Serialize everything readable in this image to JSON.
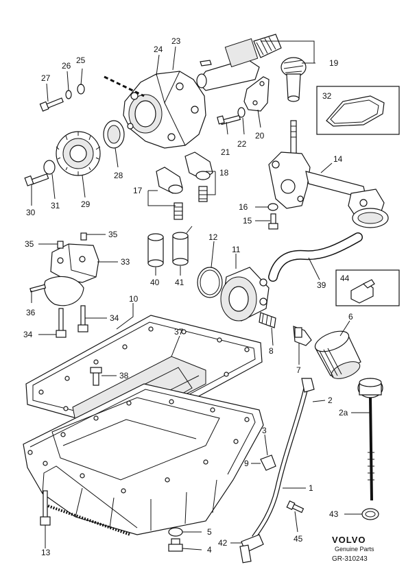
{
  "callouts": [
    {
      "id": "c23",
      "text": "23"
    },
    {
      "id": "c24",
      "text": "24"
    },
    {
      "id": "c19",
      "text": "19"
    },
    {
      "id": "c25",
      "text": "25"
    },
    {
      "id": "c26",
      "text": "26"
    },
    {
      "id": "c27",
      "text": "27"
    },
    {
      "id": "c32",
      "text": "32"
    },
    {
      "id": "c21",
      "text": "21"
    },
    {
      "id": "c22",
      "text": "22"
    },
    {
      "id": "c20",
      "text": "20"
    },
    {
      "id": "c28",
      "text": "28"
    },
    {
      "id": "c14",
      "text": "14"
    },
    {
      "id": "c18",
      "text": "18"
    },
    {
      "id": "c17",
      "text": "17"
    },
    {
      "id": "c30",
      "text": "30"
    },
    {
      "id": "c31",
      "text": "31"
    },
    {
      "id": "c29",
      "text": "29"
    },
    {
      "id": "c16",
      "text": "16"
    },
    {
      "id": "c15",
      "text": "15"
    },
    {
      "id": "c35a",
      "text": "35"
    },
    {
      "id": "c35b",
      "text": "35"
    },
    {
      "id": "c12",
      "text": "12"
    },
    {
      "id": "c11",
      "text": "11"
    },
    {
      "id": "c33",
      "text": "33"
    },
    {
      "id": "c44",
      "text": "44"
    },
    {
      "id": "c40",
      "text": "40"
    },
    {
      "id": "c41",
      "text": "41"
    },
    {
      "id": "c39",
      "text": "39"
    },
    {
      "id": "c10",
      "text": "10"
    },
    {
      "id": "c36",
      "text": "36"
    },
    {
      "id": "c34a",
      "text": "34"
    },
    {
      "id": "c34b",
      "text": "34"
    },
    {
      "id": "c6",
      "text": "6"
    },
    {
      "id": "c8",
      "text": "8"
    },
    {
      "id": "c37",
      "text": "37"
    },
    {
      "id": "c7",
      "text": "7"
    },
    {
      "id": "c38",
      "text": "38"
    },
    {
      "id": "c2",
      "text": "2"
    },
    {
      "id": "c2a",
      "text": "2a"
    },
    {
      "id": "c3",
      "text": "3"
    },
    {
      "id": "c9",
      "text": "9"
    },
    {
      "id": "c1",
      "text": "1"
    },
    {
      "id": "c43",
      "text": "43"
    },
    {
      "id": "c5",
      "text": "5"
    },
    {
      "id": "c13",
      "text": "13"
    },
    {
      "id": "c42",
      "text": "42"
    },
    {
      "id": "c4",
      "text": "4"
    },
    {
      "id": "c45",
      "text": "45"
    }
  ],
  "brand": {
    "logo_text": "VOLVO",
    "tagline": "Genuine Parts",
    "reference": "GR-310243"
  }
}
